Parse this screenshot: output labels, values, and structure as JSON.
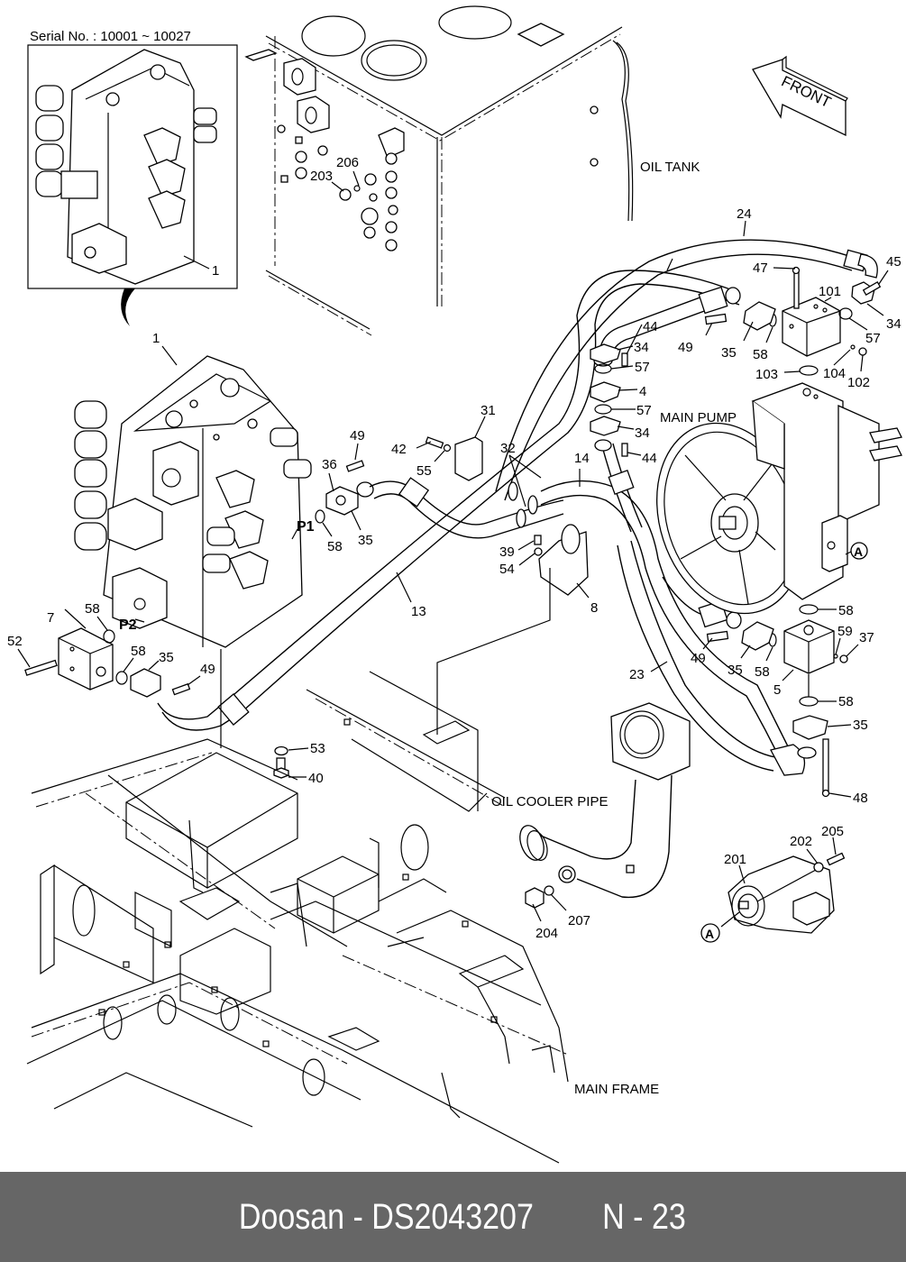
{
  "inset": {
    "serial_label": "Serial No. : 10001 ~ 10027",
    "callout": "1"
  },
  "annotations": {
    "oil_tank": "OIL TANK",
    "main_pump": "MAIN PUMP",
    "oil_cooler_pipe": "OIL COOLER PIPE",
    "main_frame": "MAIN FRAME",
    "front_arrow": "FRONT",
    "port_p1": "P1",
    "port_p2": "P2",
    "ref_a_top": "A",
    "ref_a_bottom": "A"
  },
  "callouts": {
    "c1": "1",
    "c4": "4",
    "c5": "5",
    "c7": "7",
    "c8": "8",
    "c13": "13",
    "c14": "14",
    "c23": "23",
    "c24": "24",
    "c31": "31",
    "c32": "32",
    "c34a": "34",
    "c34b": "34",
    "c34c": "34",
    "c35a": "35",
    "c35b": "35",
    "c35c": "35",
    "c35d": "35",
    "c35e": "35",
    "c36": "36",
    "c37": "37",
    "c39": "39",
    "c40": "40",
    "c42": "42",
    "c44a": "44",
    "c44b": "44",
    "c45": "45",
    "c47": "47",
    "c48": "48",
    "c49a": "49",
    "c49b": "49",
    "c49c": "49",
    "c49d": "49",
    "c52": "52",
    "c53": "53",
    "c54": "54",
    "c55": "55",
    "c57a": "57",
    "c57b": "57",
    "c57c": "57",
    "c58a": "58",
    "c58b": "58",
    "c58c": "58",
    "c58d": "58",
    "c58e": "58",
    "c58f": "58",
    "c58g": "58",
    "c59": "59",
    "c101": "101",
    "c102": "102",
    "c103": "103",
    "c104": "104",
    "c201": "201",
    "c202": "202",
    "c203": "203",
    "c204": "204",
    "c205": "205",
    "c206": "206",
    "c207": "207"
  },
  "footer": {
    "brand_part": "Doosan - DS2043207",
    "page_ref": "N - 23"
  }
}
